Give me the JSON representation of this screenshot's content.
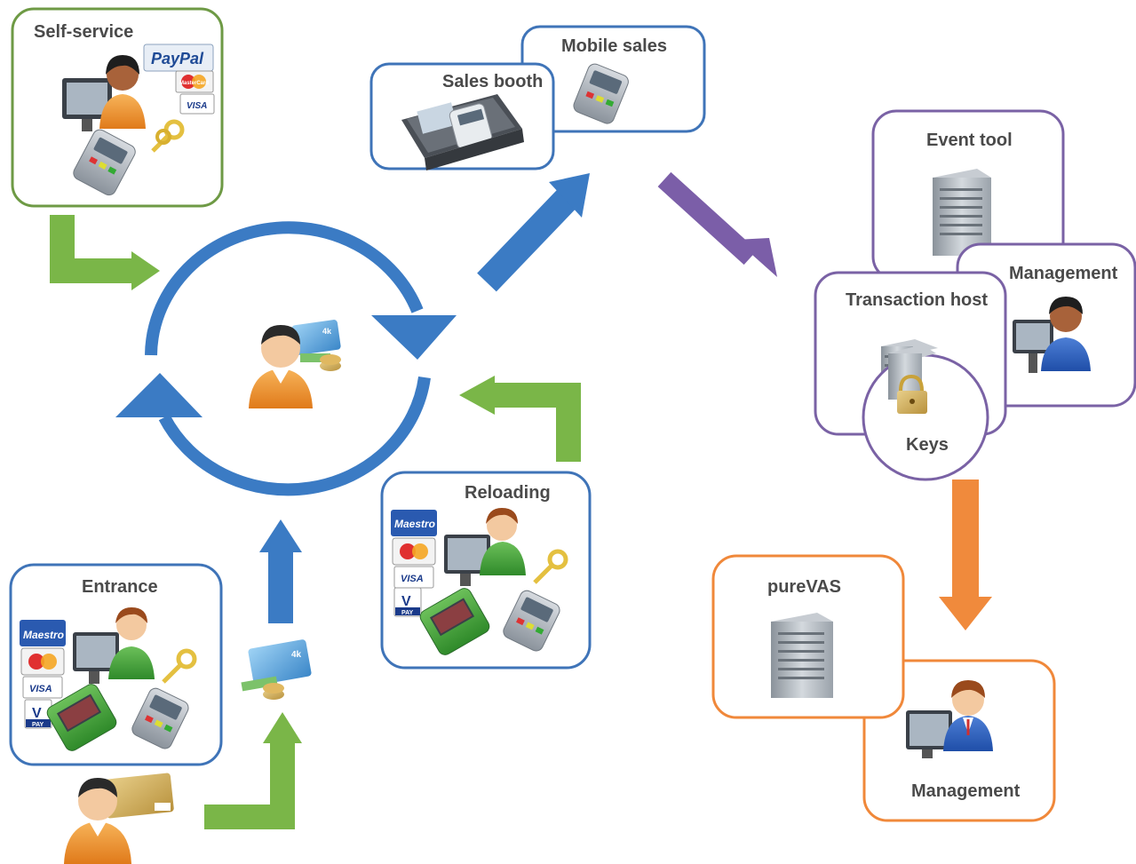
{
  "labels": {
    "self_service": "Self-service",
    "sales_booth": "Sales booth",
    "mobile_sales": "Mobile sales",
    "event_tool": "Event tool",
    "management_top": "Management",
    "transaction_host": "Transaction host",
    "keys": "Keys",
    "entrance": "Entrance",
    "reloading": "Reloading",
    "purevas": "pureVAS",
    "management_bottom": "Management"
  },
  "logos": {
    "paypal": "PayPal",
    "mastercard": "MasterCard",
    "visa": "VISA",
    "maestro": "Maestro",
    "vpay_v": "V",
    "vpay_pay": "PAY"
  },
  "colors": {
    "green": "#7ab648",
    "blue": "#3b7bc4",
    "purple": "#7b5ea8",
    "orange": "#f08a3c",
    "box_green": "#6e9a45",
    "box_blue": "#3f74b8",
    "box_purple": "#7a62a5",
    "box_orange": "#f0883a"
  }
}
